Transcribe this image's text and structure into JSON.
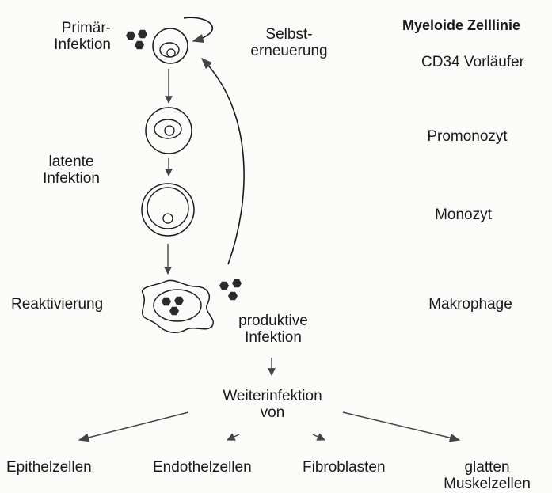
{
  "lineage": {
    "title": "Myeloide Zelllinie",
    "stages": [
      "CD34 Vorläufer",
      "Promonozyt",
      "Monozyt",
      "Makrophage"
    ]
  },
  "process": {
    "primary_infection": [
      "Primär-",
      "Infektion"
    ],
    "self_renewal": [
      "Selbst-",
      "erneuerung"
    ],
    "latent_infection": [
      "latente",
      "Infektion"
    ],
    "reactivation": "Reaktivierung",
    "productive_infection": [
      "produktive",
      "Infektion"
    ],
    "further_infection": [
      "Weiterinfektion",
      "von"
    ]
  },
  "targets": [
    "Epithelzellen",
    "Endothelzellen",
    "Fibroblasten",
    [
      "glatten",
      "Muskelzellen"
    ]
  ],
  "colors": {
    "ink": "#1a1a1a",
    "virus": "#2b2b2b",
    "arrow": "#555555"
  }
}
